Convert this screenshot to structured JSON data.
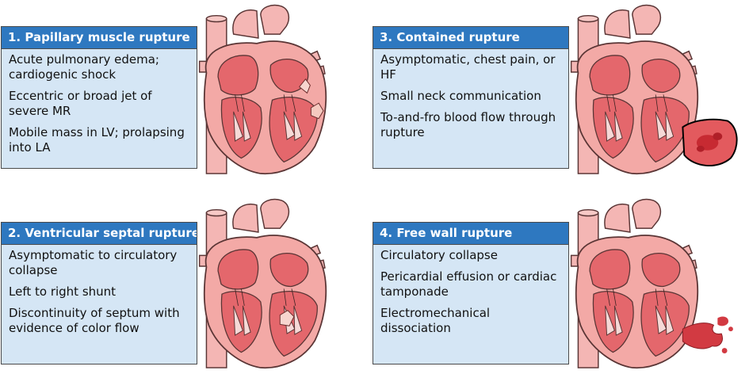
{
  "colors": {
    "header_bg": "#2e78c0",
    "panel_bg": "#d5e6f5",
    "heart_outer": "#f3a9a6",
    "heart_chamber": "#e4676c",
    "vessel": "#f4b6b4",
    "blood": "#c72a32"
  },
  "panels": [
    {
      "title": "1. Papillary muscle rupture",
      "items": [
        "Acute pulmonary edema; cardiogenic shock",
        "Eccentric or broad jet of severe MR",
        "Mobile mass in LV; prolapsing into LA"
      ]
    },
    {
      "title": "2. Ventricular septal rupture",
      "items": [
        "Asymptomatic to circulatory collapse",
        "Left to right shunt",
        "Discontinuity of septum with evidence of color flow"
      ]
    },
    {
      "title": "3. Contained rupture",
      "items": [
        "Asymptomatic, chest pain, or HF",
        "Small neck communication",
        "To-and-fro blood flow through rupture"
      ]
    },
    {
      "title": "4. Free wall rupture",
      "items": [
        "Circulatory collapse",
        "Pericardial effusion or cardiac tamponade",
        "Electromechanical dissociation"
      ]
    }
  ],
  "illustrations": [
    {
      "name": "heart-papillary-rupture-icon"
    },
    {
      "name": "heart-septal-rupture-icon"
    },
    {
      "name": "heart-contained-rupture-icon"
    },
    {
      "name": "heart-free-wall-rupture-icon"
    }
  ]
}
